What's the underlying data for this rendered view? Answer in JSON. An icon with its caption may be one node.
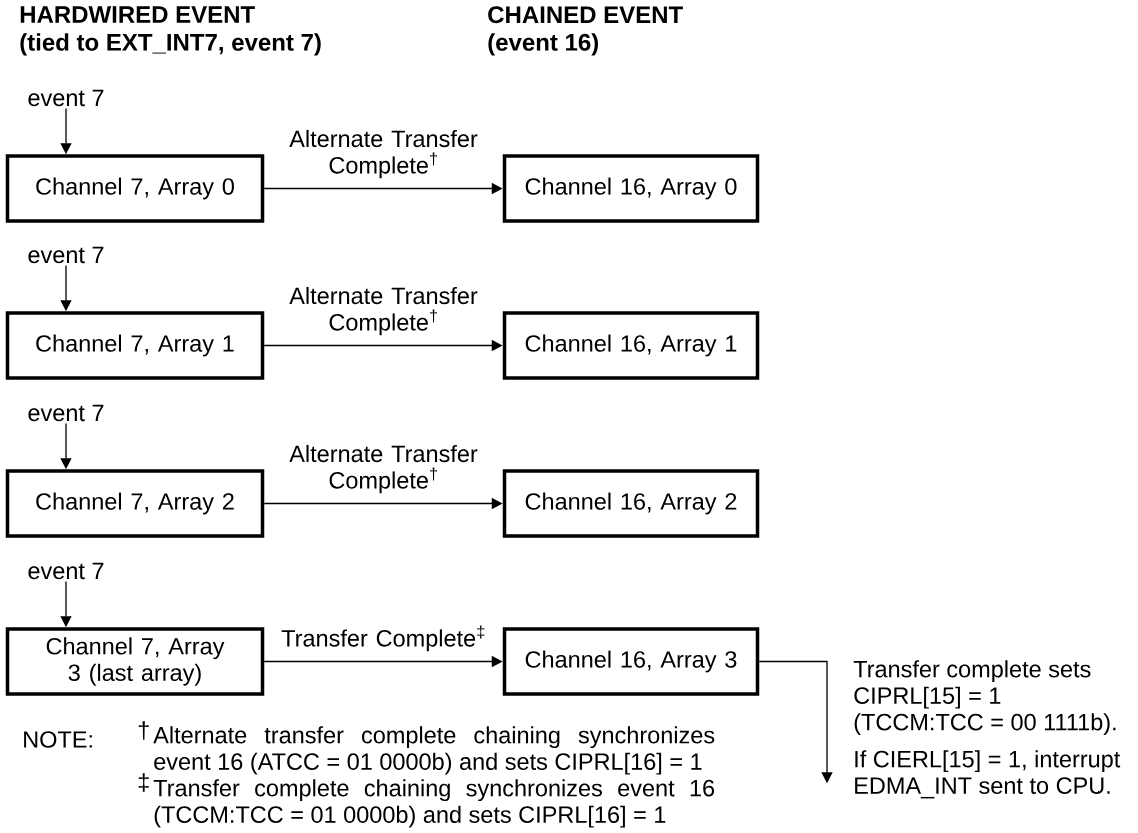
{
  "diagram": {
    "nodes": [
      {
        "text": [
          "event 7"
        ]
      },
      {
        "text": [
          "Channel 7, Array 0"
        ]
      },
      {
        "text": [
          "Channel 16, Array 0"
        ]
      },
      {
        "text": [
          "event 7"
        ]
      },
      {
        "text": [
          "Channel 7, Array 1"
        ]
      },
      {
        "text": [
          "Channel 16, Array 1"
        ]
      },
      {
        "text": [
          "event 7"
        ]
      },
      {
        "text": [
          "Channel 7, Array 2"
        ]
      },
      {
        "text": [
          "Channel 16, Array 2"
        ]
      },
      {
        "text": [
          "event 7"
        ]
      },
      {
        "text": [
          "Channel 7, Array 3 (last array)"
        ]
      },
      {
        "text": [
          "Channel 16, Array 3"
        ]
      },
      {
        "text": [
          "If CIERL[15] = 1, interrupt EDMA_INT sent to CPU."
        ]
      }
    ],
    "edges": [
      {
        "from": 0,
        "to": 1,
        "arrow": "to"
      },
      {
        "from": 1,
        "to": 2,
        "arrow": "to",
        "label": "Alternate Transfer Complete$^{†}$"
      },
      {
        "from": 3,
        "to": 4,
        "arrow": "to"
      },
      {
        "from": 4,
        "to": 5,
        "arrow": "to",
        "label": "Alternate Transfer Complete$^{†}$"
      },
      {
        "from": 6,
        "to": 7,
        "arrow": "to"
      },
      {
        "from": 7,
        "to": 8,
        "arrow": "to",
        "label": "Alternate Transfer Complete$^{†}$"
      },
      {
        "from": 9,
        "to": 10,
        "arrow": "to"
      },
      {
        "from": 10,
        "to": 11,
        "arrow": "to",
        "label": "Transfer Complete$^{‡}$"
      },
      {
        "from": 11,
        "to": 12,
        "arrow": "to"
      }
    ],
    "labels": [
      "HARDWIRED EVENT",
      "(tied to EXT_INT7, event 7)",
      "CHAINED EVENT",
      "(event 16)",
      "NOTE:",
      "†",
      "Alternate transfer complete chaining synchronizes event 16 (ATCC = 01 0000b) and sets CIPRL[16] = 1",
      "‡",
      "Transfer complete chaining synchronizes event 16 (TCCM:TCC = 01 0000b) and sets CIPRL[16] = 1",
      "Transfer complete sets CIPRL[15] = 1 (TCCM:TCC =  00 1111b)."
    ]
  }
}
